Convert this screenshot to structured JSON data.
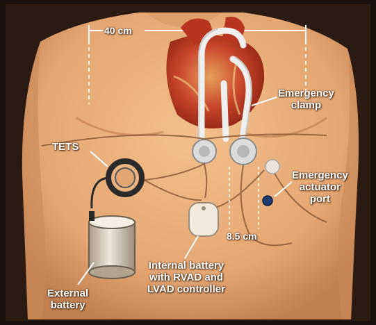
{
  "labels": {
    "width_dimension": "40 cm",
    "spacing_dimension": "8.5 cm",
    "tets": "TETS",
    "emergency_clamp": [
      "Emergency",
      "clamp"
    ],
    "emergency_actuator_port": [
      "Emergency",
      "actuator",
      "port"
    ],
    "internal_battery": [
      "Internal battery",
      "with RVAD and",
      "LVAD controller"
    ],
    "external_battery": [
      "External",
      "battery"
    ]
  },
  "colors": {
    "background": "#1a120e",
    "skin": "#e8ae7a",
    "skin_shadow": "#c98857",
    "heart": "#c23a24",
    "tube": "#eeeeee",
    "label": "#ffffff"
  }
}
